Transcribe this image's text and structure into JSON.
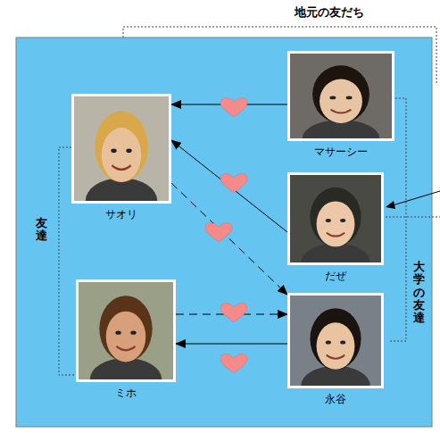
{
  "diagram": {
    "nodes": [
      {
        "text": [
          "マサーシー"
        ]
      },
      {
        "text": [
          "サオリ"
        ]
      },
      {
        "text": [
          "だぜ"
        ]
      },
      {
        "text": [
          "ミホ"
        ]
      },
      {
        "text": [
          "永谷"
        ]
      }
    ],
    "edges": [
      {
        "from": 0,
        "to": 1,
        "arrow": "to"
      },
      {
        "from": 2,
        "to": 1,
        "arrow": "to"
      },
      {
        "from": 1,
        "to": 4,
        "arrow": "to"
      },
      {
        "from": 3,
        "to": 4,
        "arrow": "to"
      },
      {
        "from": 4,
        "to": 3,
        "arrow": "to"
      }
    ],
    "labels": [
      "地元の友だち",
      "友達",
      "大学の友達"
    ]
  }
}
